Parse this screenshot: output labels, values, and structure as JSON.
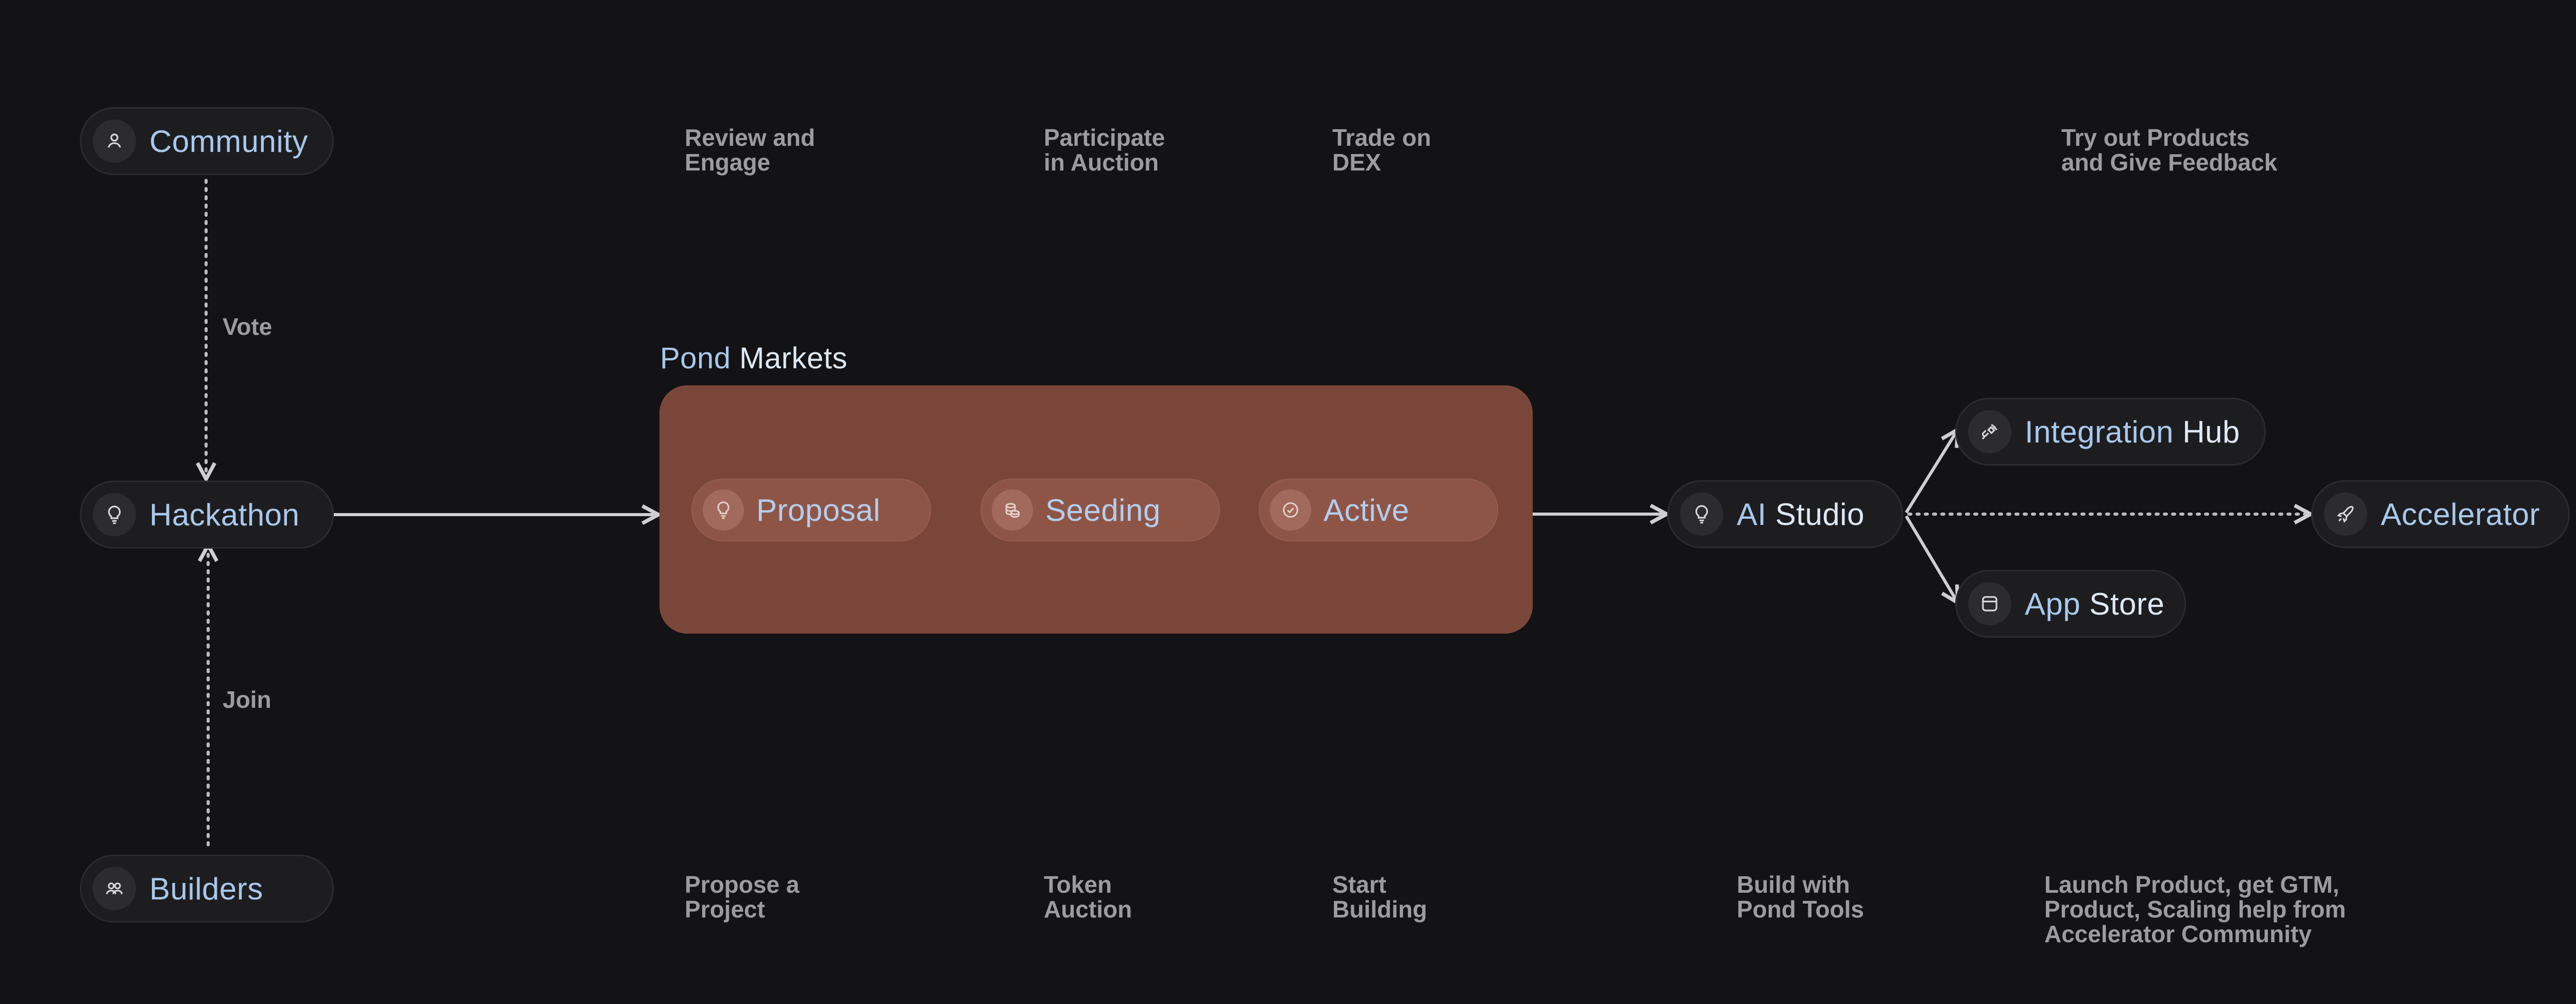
{
  "colors": {
    "background": "#131315",
    "node_fill": "#1d1d20",
    "group_fill": "#7b463a",
    "label_blue": "#a9c8ec",
    "label_white": "#dfe9f5",
    "annotation": "#9c9c9f",
    "edge": "#cfcfd2"
  },
  "nodes": {
    "community": {
      "label": "Community",
      "icon": "user-icon"
    },
    "hackathon": {
      "label": "Hackathon",
      "icon": "lightbulb-icon"
    },
    "builders": {
      "label": "Builders",
      "icon": "users-icon"
    },
    "ai_studio": {
      "label_prefix": "AI",
      "label_rest": " Studio",
      "icon": "lightbulb-icon"
    },
    "integration_hub": {
      "label_prefix": "Integration",
      "label_rest": " Hub",
      "icon": "plug-icon"
    },
    "app_store": {
      "label_prefix": "App",
      "label_rest": " Store",
      "icon": "app-window-icon"
    },
    "accelerator": {
      "label": "Accelerator",
      "icon": "rocket-icon"
    }
  },
  "group": {
    "title_prefix": "Pond",
    "title_rest": " Markets",
    "stages": [
      {
        "label": "Proposal",
        "icon": "lightbulb-icon"
      },
      {
        "label": "Seeding",
        "icon": "coins-icon"
      },
      {
        "label": "Active",
        "icon": "check-circle-icon"
      }
    ]
  },
  "edge_labels": {
    "vote": "Vote",
    "join": "Join"
  },
  "annotations_top": [
    "Review and\nEngage",
    "Participate\nin Auction",
    "Trade on\nDEX",
    "Try out Products\nand Give Feedback"
  ],
  "annotations_bottom": [
    "Propose a\nProject",
    "Token\nAuction",
    "Start\nBuilding",
    "Build with\nPond Tools",
    "Launch Product, get GTM,\nProduct, Scaling help from\nAccelerator Community"
  ]
}
